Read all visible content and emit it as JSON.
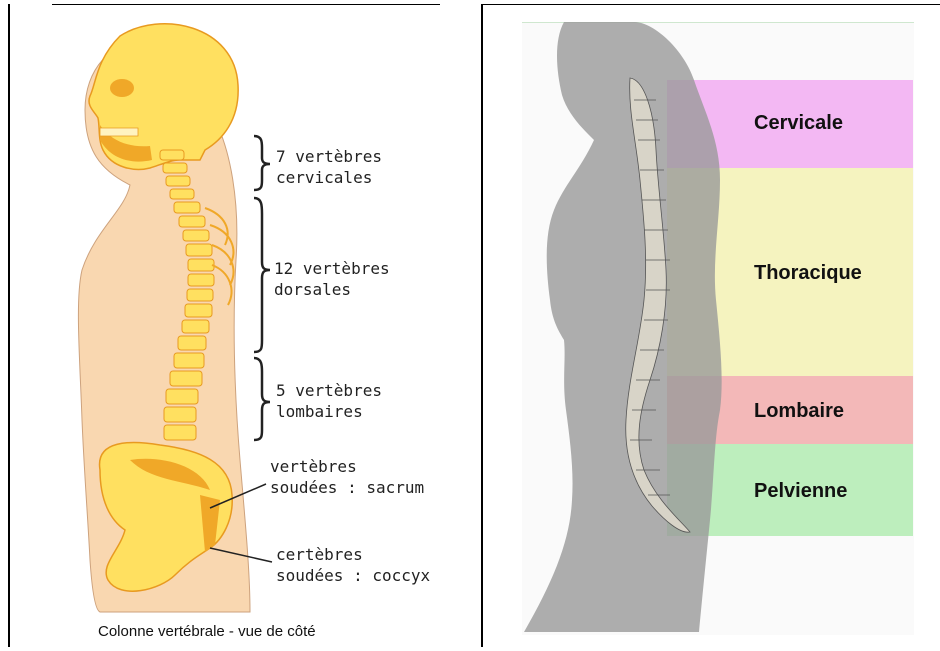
{
  "left_figure": {
    "labels": {
      "cervical": [
        "7 vertèbres",
        "cervicales"
      ],
      "dorsal": [
        "12 vertèbres",
        "dorsales"
      ],
      "lumbar": [
        "5 vertèbres",
        "lombaires"
      ],
      "sacrum": [
        "vertèbres",
        "soudées : sacrum"
      ],
      "coccyx": [
        "certèbres",
        "soudées : coccyx"
      ]
    },
    "caption": "Colonne vertébrale - vue de côté"
  },
  "right_figure": {
    "regions": [
      {
        "name": "Cervicale",
        "color": "#f3b8f3"
      },
      {
        "name": "Thoracique",
        "color": "#f5f3bf"
      },
      {
        "name": "Lombaire",
        "color": "#f3b8b8"
      },
      {
        "name": "Pelvienne",
        "color": "#bdeebd"
      }
    ]
  },
  "colors": {
    "skin": "#f9d7b0",
    "bone": "#ffe060",
    "bone_shade": "#f0a828",
    "silhouette": "#a8a8a8"
  }
}
